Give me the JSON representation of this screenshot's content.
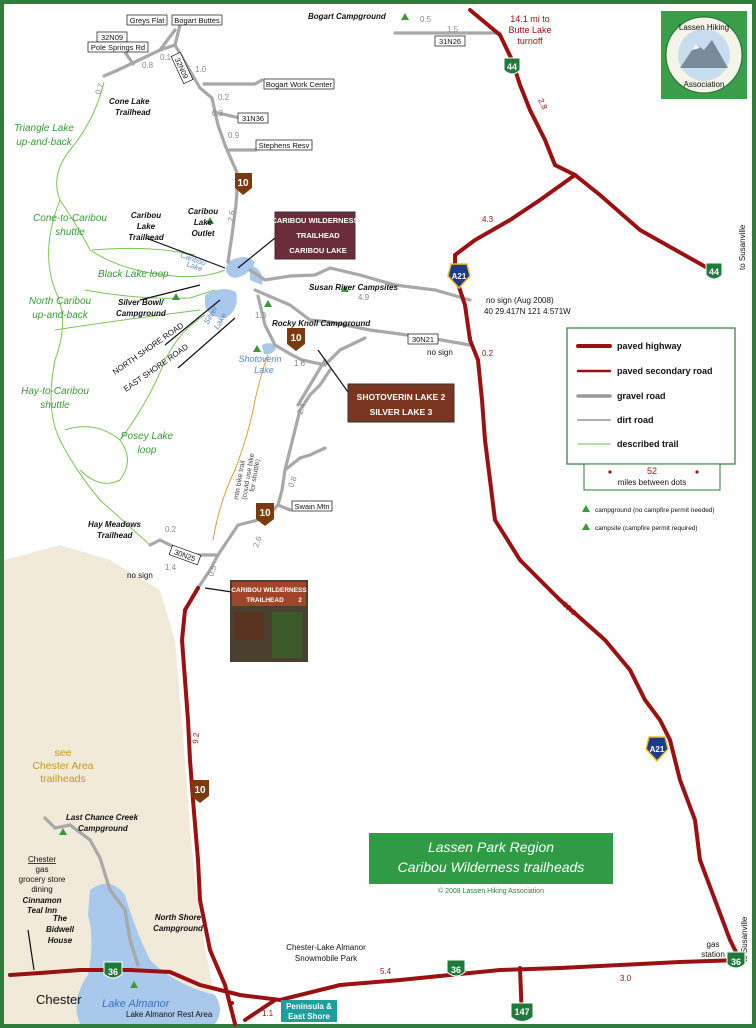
{
  "title": {
    "line1": "Lassen Park Region",
    "line2": "Caribou Wilderness trailheads",
    "copyright": "© 2008 Lassen Hiking Association"
  },
  "logo": {
    "text_top": "Lassen Hiking",
    "text_bottom": "Association"
  },
  "legend": {
    "items": [
      {
        "label": "paved highway",
        "style": "highway",
        "color": "#9b1111"
      },
      {
        "label": "paved secondary road",
        "style": "secondary",
        "color": "#9b1111"
      },
      {
        "label": "gravel road",
        "style": "gravel",
        "color": "#9a9a9a"
      },
      {
        "label": "dirt road",
        "style": "dirt",
        "color": "#b0b0b0"
      },
      {
        "label": "described trail",
        "style": "trail",
        "color": "#6abf4b"
      }
    ],
    "scale_value": "52",
    "scale_label": "miles between dots",
    "campground_label": "campground (no campfire permit needed)",
    "campsite_label": "campsite (campfire permit required)"
  },
  "places": {
    "bogart_campground": "Bogart Campground",
    "butte_lake": [
      "14.1 mi to",
      "Butte Lake",
      "turnoff"
    ],
    "to_susanville": "to Susanville",
    "to_susanville2": "to Susanville",
    "cone_lake": [
      "Cone Lake",
      "Trailhead"
    ],
    "caribou_lake_th": [
      "Caribou",
      "Lake",
      "Trailhead"
    ],
    "caribou_lake_outlet": [
      "Caribou",
      "Lake",
      "Outlet"
    ],
    "susan_river_campsites": "Susan River Campsites",
    "rocky_knoll": "Rocky Knoll Campground",
    "silver_bowl": [
      "Silver Bowl/",
      "Campground"
    ],
    "no_sign_aug": [
      "no sign (Aug 2008)",
      "40 29.417N  121 4.571W"
    ],
    "no_sign": "no sign",
    "no_sign2": "no sign",
    "north_shore_road": "NORTH SHORE ROAD",
    "east_shore_road": "EAST SHORE ROAD",
    "shotoverin_lake": [
      "Shotoverin",
      "Lake"
    ],
    "silver_lake": [
      "Silver",
      "Lake"
    ],
    "caribou_lake": [
      "Caribou",
      "Lake"
    ],
    "mtn_bike_trail": [
      "mtn bike trail",
      "(could use bike",
      "for shuttle)"
    ],
    "hay_meadows": [
      "Hay Meadows",
      "Trailhead"
    ],
    "swain_mtn": "Swain Mtn",
    "see_chester": [
      "see",
      "Chester Area",
      "trailheads"
    ],
    "last_chance": [
      "Last Chance Creek",
      "Campground"
    ],
    "chester_list": [
      "Chester",
      "gas",
      "grocery store",
      "dining"
    ],
    "cinnamon_teal": [
      "Cinnamon",
      "Teal Inn"
    ],
    "bidwell_house": [
      "The",
      "Bidwell",
      "House"
    ],
    "chester": "Chester",
    "north_shore_cg": [
      "North Shore",
      "Campground"
    ],
    "lake_almanor": "Lake Almanor",
    "lake_almanor_rest": "Lake Almanor Rest Area",
    "snowmobile_park": [
      "Chester-Lake Almanor",
      "Snowmobile Park"
    ],
    "peninsula": [
      "Peninsula &",
      "East Shore"
    ],
    "gas_station": [
      "gas",
      "station"
    ]
  },
  "trails": {
    "triangle_lake": [
      "Triangle Lake",
      "up-and-back"
    ],
    "cone_to_caribou": [
      "Cone-to-Caribou",
      "shuttle"
    ],
    "black_lake": "Black Lake loop",
    "north_caribou": [
      "North Caribou",
      "up-and-back"
    ],
    "hay_to_caribou": [
      "Hay-to-Caribou",
      "shuttle"
    ],
    "posey_lake": [
      "Posey Lake",
      "loop"
    ]
  },
  "road_labels": {
    "r32n09": "32N09",
    "pole_springs": "Pole Springs Rd",
    "greys_flat": "Greys Flat",
    "bogart_buttes": "Bogart Buttes",
    "r32n09b": "32N09",
    "bogart_work": "Bogart Work Center",
    "r31n36": "31N36",
    "stephens": "Stephens Resv",
    "r31n26": "31N26",
    "r30n21": "30N21",
    "r30n25": "30N25"
  },
  "shields": {
    "h44a": "44",
    "h44b": "44",
    "h36a": "36",
    "h36b": "36",
    "h36c": "36",
    "h147": "147",
    "a21a": "A21",
    "a21b": "A21",
    "f10a": "10",
    "f10b": "10",
    "f10c": "10",
    "f10d": "10"
  },
  "mileage": {
    "m05": "0.5",
    "m15": "1.5",
    "m28": "2.8",
    "m43": "4.3",
    "m02": "0.2",
    "m135": "13.5",
    "m92": "9.2",
    "m54": "5.4",
    "m30": "3.0",
    "m11": "1.1",
    "g07": "0.7",
    "g08": "0.8",
    "g01": "0.1",
    "g10": "1.0",
    "g02": "0.2",
    "g03": "0.3",
    "g09": "0.9",
    "g26": "2.6",
    "g49": "4.9",
    "g13": "1.3",
    "g16": "1.6",
    "g24": "2.4",
    "g08b": "0.8",
    "g26b": "2.6",
    "g05": "0.5",
    "g14": "1.4",
    "g02b": "0.2"
  },
  "signs": {
    "caribou_wilderness": [
      "CARIBOU WILDERNESS",
      "TRAILHEAD",
      "CARIBOU LAKE"
    ],
    "shotoverin": [
      "SHOTOVERIN LAKE 2",
      "SILVER LAKE 3"
    ],
    "caribou_trailhead": [
      "CARIBOU WILDERNESS",
      "TRAILHEAD",
      "2"
    ]
  }
}
